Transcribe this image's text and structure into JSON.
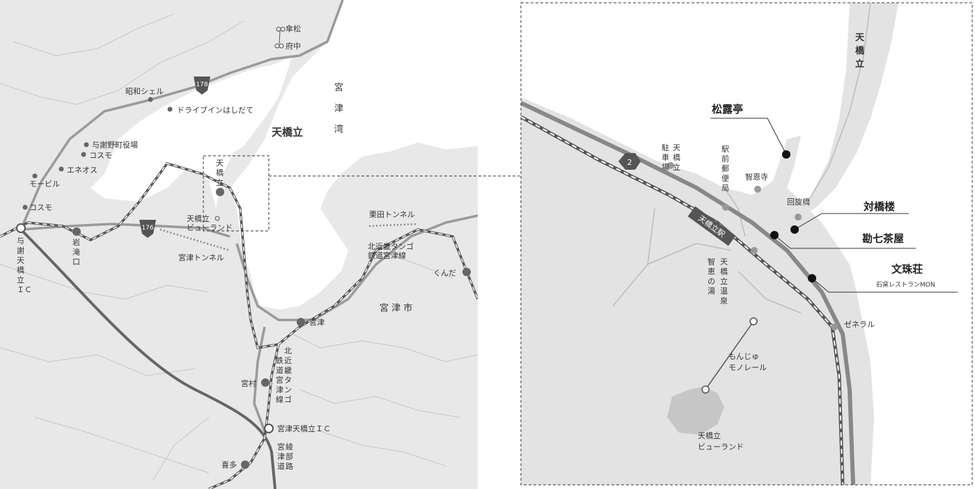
{
  "left_map": {
    "sea_labels": {
      "bay": "宮津湾",
      "amanohashidate": "天橋立"
    },
    "stations": {
      "kasamatsu": "傘松",
      "fuchu": "府中",
      "amanohashidate": "天橋立",
      "viewland": "天橋立\nビューランド",
      "iwataki": "岩滝口",
      "miyazu": "宮津",
      "miyamura": "宮村",
      "kita": "喜多",
      "kunda": "くんだ"
    },
    "pois": {
      "showa_shell": "昭和シェル",
      "drivein": "ドライブインはしだて",
      "yosano_office": "与謝野町役場",
      "cosmo1": "コスモ",
      "eneos": "エネオス",
      "mobil": "モービル",
      "cosmo2": "コスモ"
    },
    "roads": {
      "r178": "178",
      "r176": "176",
      "yosa_ic": "与謝天橋立ＩＣ",
      "miyazu_ic": "宮津天橋立ＩＣ",
      "miyazu_tunnel": "宮津トンネル",
      "kurita_tunnel": "栗田トンネル",
      "ktr_line_h": "北近畿タンゴ\n鉄道宮津線",
      "ktr_line_v": "北近畿タンゴ鉄道宮津線",
      "expressway": "宮津綾部道路"
    },
    "city": "宮 津 市"
  },
  "right_map": {
    "sandbar": "天橋立",
    "route": "2",
    "station": "天橋立駅",
    "pois": {
      "parking": "天橋立駐車場",
      "post": "駅前郵便局",
      "chionji": "智恩寺",
      "kaisenkyo": "回旋橋",
      "onsen": "天橋立温泉",
      "chie_yu": "智恵の湯",
      "general": "ゼネラル",
      "monorail": "もんじゅ\nモノレール",
      "viewland": "天橋立\nビューランド"
    },
    "restaurants": [
      {
        "name": "松露亭",
        "sub": ""
      },
      {
        "name": "対橋楼",
        "sub": ""
      },
      {
        "name": "勘七茶屋",
        "sub": ""
      },
      {
        "name": "文珠荘",
        "sub": "石窯レストランMON"
      }
    ]
  }
}
